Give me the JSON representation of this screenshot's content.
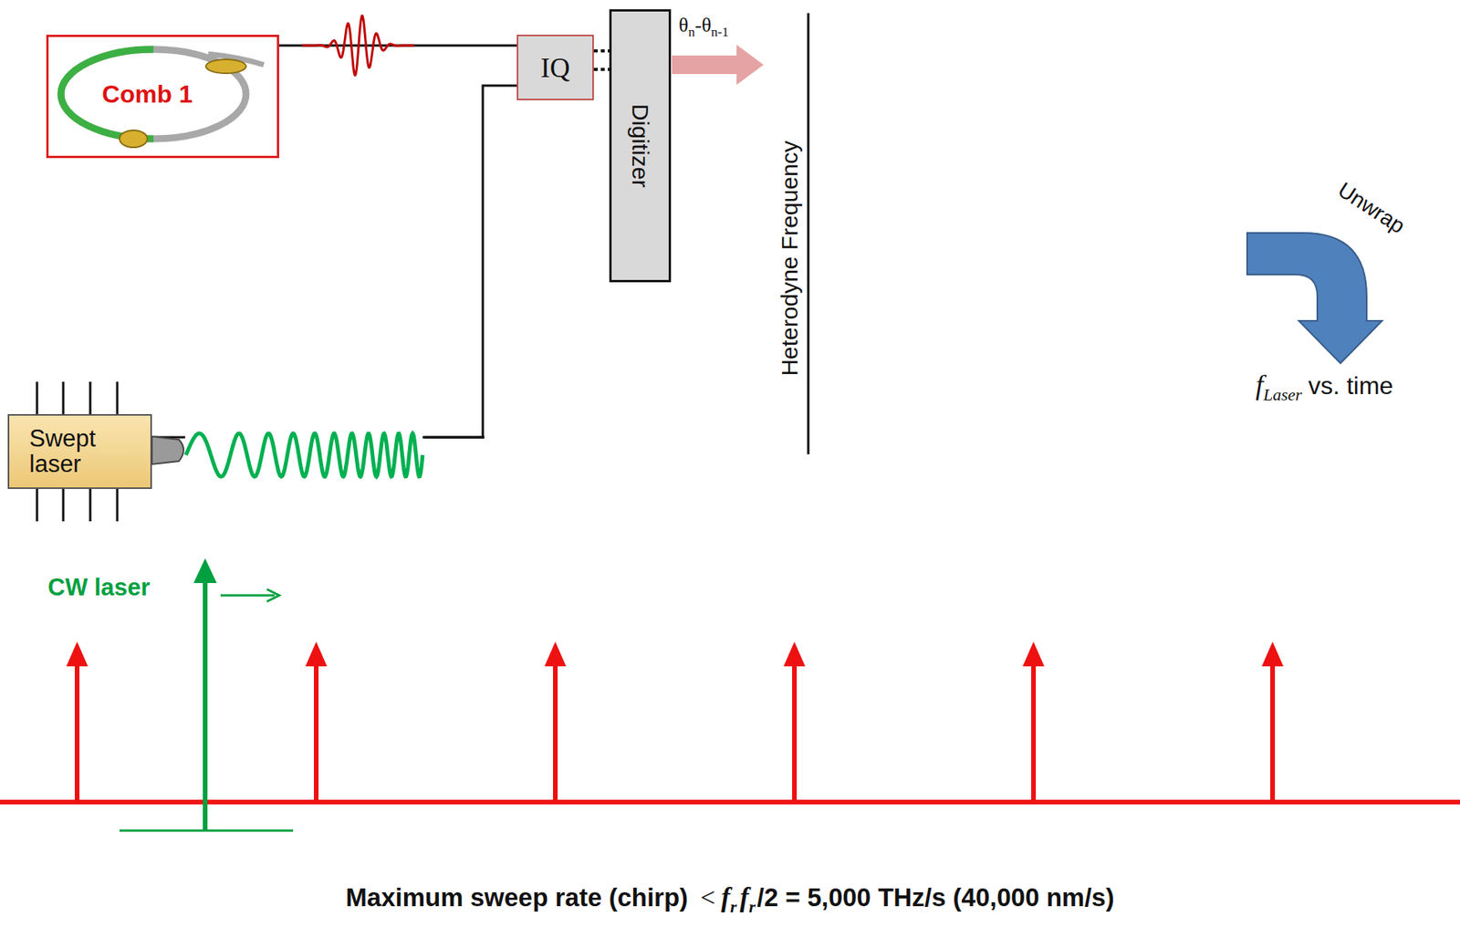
{
  "diagram": {
    "nodes": [
      {
        "text": [
          "Comb 1"
        ]
      },
      {
        "text": [
          "IQ"
        ]
      },
      {
        "text": [
          "Digitizer"
        ]
      },
      {
        "text": [
          "Swept laser"
        ]
      }
    ],
    "edges": [
      {
        "from": 0,
        "to": 1,
        "arrow": "none"
      },
      {
        "from": 3,
        "to": 1,
        "arrow": "none"
      },
      {
        "from": 1,
        "to": 2,
        "arrow": "none"
      },
      {
        "from": 1,
        "to": 2,
        "arrow": "none"
      }
    ],
    "labels": [
      "θ",
      "n",
      "-θ",
      "n-1",
      "Heterodyne Frequency",
      "Unwrap",
      "f",
      "Laser",
      "vs. time",
      "CW laser",
      "Maximum sweep rate (chirp)",
      "<",
      "f",
      "r",
      "f",
      "r",
      "/2 = 5,000 THz/s (40,000 nm/s)"
    ]
  }
}
